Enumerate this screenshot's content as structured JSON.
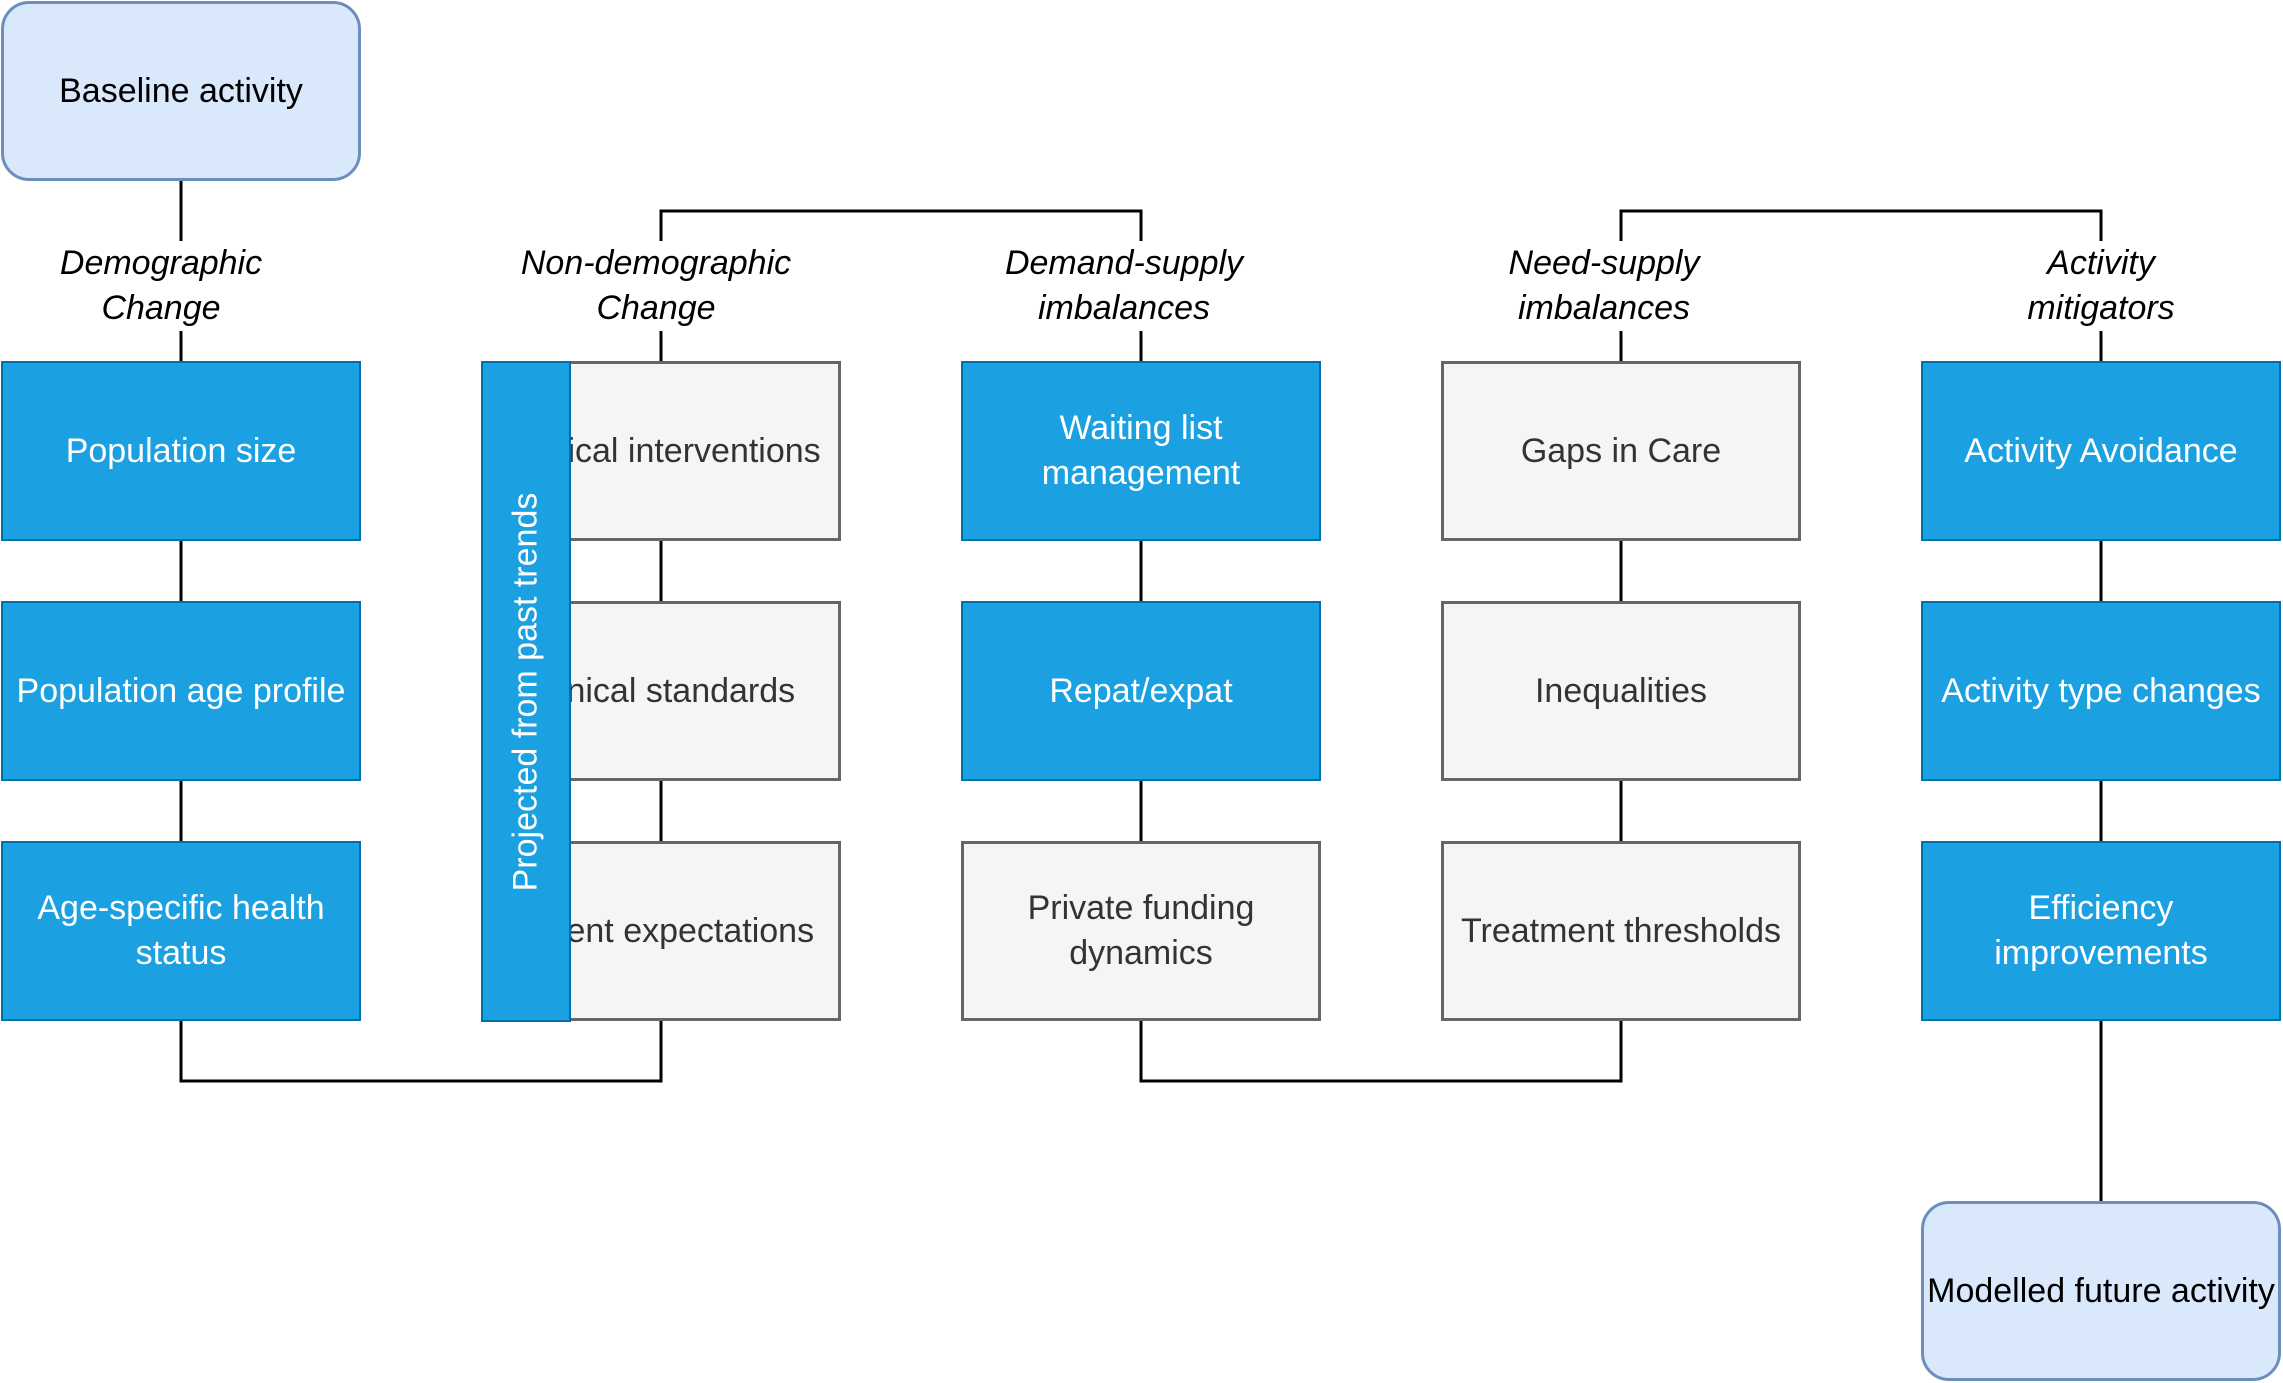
{
  "terminals": {
    "start": "Baseline activity",
    "end": "Modelled future activity"
  },
  "labels": {
    "demographic": "Demographic Change",
    "non_demographic": "Non-demographic Change",
    "demand_supply": "Demand-supply imbalances",
    "need_supply": "Need-supply imbalances",
    "mitigators": "Activity mitigators"
  },
  "columns": {
    "demographic": [
      "Population size",
      "Population age profile",
      "Age-specific health status"
    ],
    "non_demographic": [
      "Medical interventions",
      "Clinical standards",
      "Patient expectations"
    ],
    "demand_supply": [
      "Waiting list management",
      "Repat/expat",
      "Private funding dynamics"
    ],
    "need_supply": [
      "Gaps in Care",
      "Inequalities",
      "Treatment thresholds"
    ],
    "mitigators": [
      "Activity Avoidance",
      "Activity type changes",
      "Efficiency improvements"
    ]
  },
  "overlay": {
    "projected": "Projected from past trends"
  },
  "colors": {
    "blue_fill": "#1ba1e2",
    "blue_stroke": "#006eaf",
    "grey_fill": "#f5f5f5",
    "grey_stroke": "#666666",
    "pale_fill": "#dae8fc",
    "pale_stroke": "#6c8ebf"
  }
}
